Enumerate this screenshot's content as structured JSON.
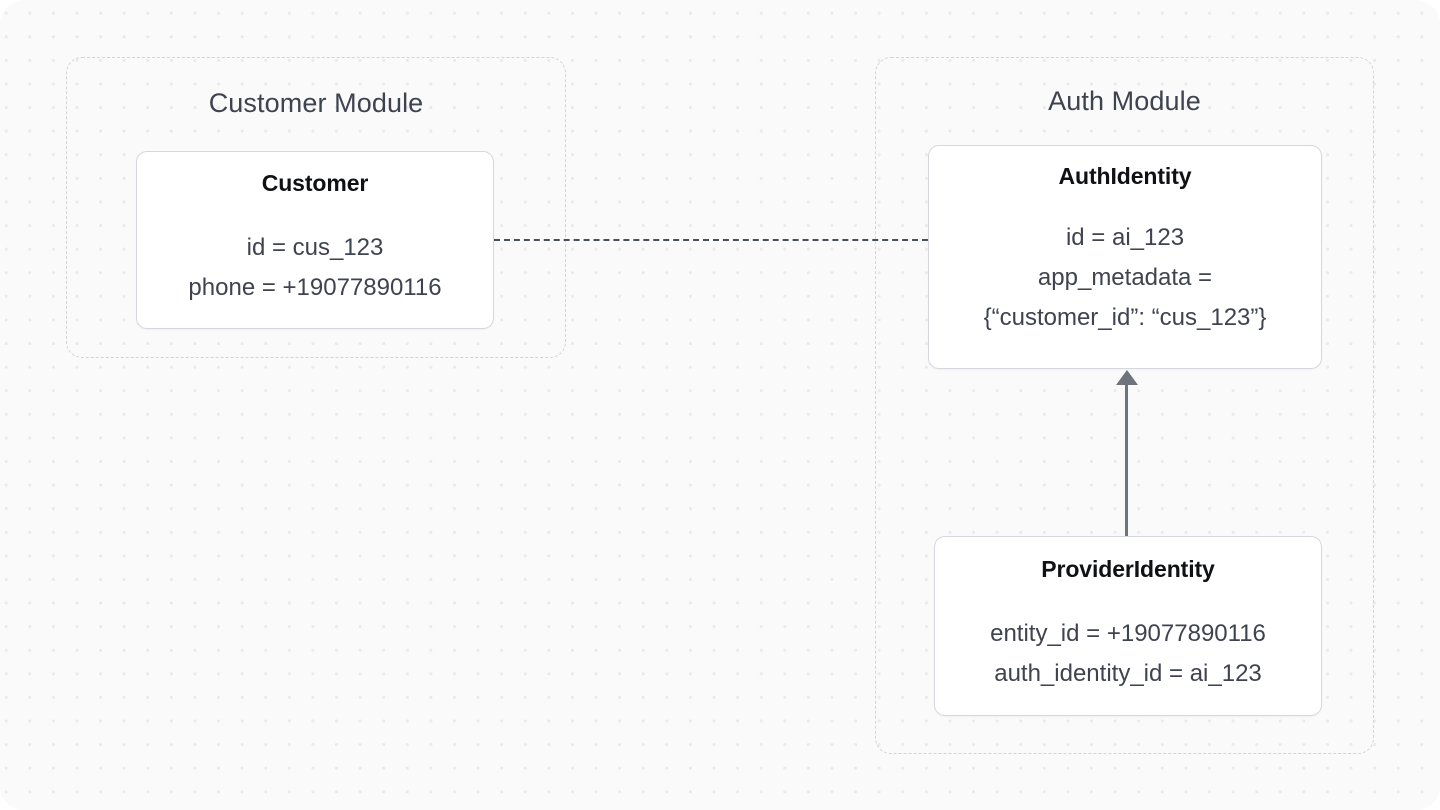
{
  "diagram": {
    "background_color": "#fafafa",
    "dot_color": "#eaeaec",
    "modules": [
      {
        "id": "customer-module",
        "title": "Customer Module",
        "entities": [
          {
            "id": "customer",
            "title": "Customer",
            "attributes": [
              "id = cus_123",
              "phone = +19077890116"
            ]
          }
        ]
      },
      {
        "id": "auth-module",
        "title": "Auth Module",
        "entities": [
          {
            "id": "auth-identity",
            "title": "AuthIdentity",
            "attributes": [
              "id = ai_123",
              "app_metadata =",
              "{“customer_id”: “cus_123”}"
            ]
          },
          {
            "id": "provider-identity",
            "title": "ProviderIdentity",
            "attributes": [
              "entity_id = +19077890116",
              "auth_identity_id = ai_123"
            ]
          }
        ]
      }
    ],
    "connectors": [
      {
        "id": "customer-to-auth-identity",
        "style": "dashed",
        "color": "#4a4e5a",
        "from": "customer",
        "to": "auth-identity",
        "arrow": false
      },
      {
        "id": "provider-identity-to-auth-identity",
        "style": "solid",
        "color": "#6f737c",
        "from": "provider-identity",
        "to": "auth-identity",
        "arrow": true
      }
    ]
  }
}
